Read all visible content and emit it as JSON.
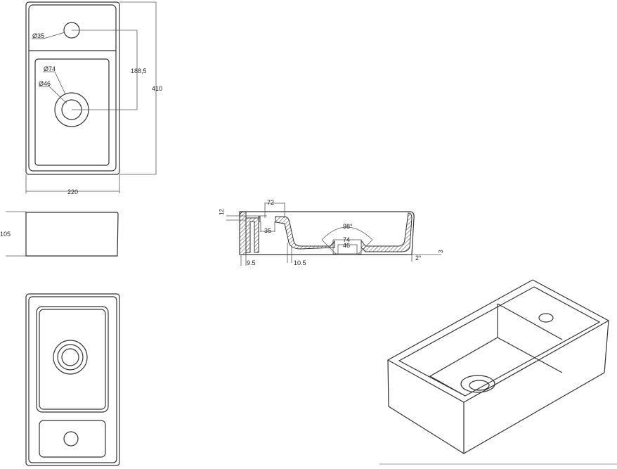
{
  "top_view": {
    "tap_hole": "Ø35",
    "drain_outer": "Ø74",
    "drain_inner": "Ø46",
    "tap_to_drain": "188,5",
    "length": "410",
    "width": "220"
  },
  "side_view": {
    "height": "105"
  },
  "section_view": {
    "rim": "12",
    "overflow_outer": "72",
    "overflow_inner": "35",
    "angle": "98°",
    "drain_outer": "74",
    "drain_inner": "46",
    "wall_left": "9.5",
    "wall_bottom": "10.5",
    "draft_angle": "2°",
    "base": "3"
  }
}
